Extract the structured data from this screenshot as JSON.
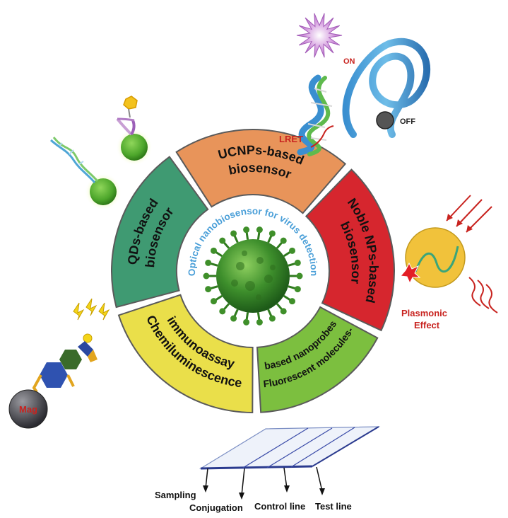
{
  "center": {
    "title": "Optical nanobiosensor for virus detection",
    "virus_icon": "virus-icon"
  },
  "segments": [
    {
      "id": "ucnps",
      "line1": "UCNPs-based",
      "line2": "biosensor",
      "color": "#e8945a"
    },
    {
      "id": "noble",
      "line1": "Noble NPs-based",
      "line2": "biosensor",
      "color": "#d6262e"
    },
    {
      "id": "fluorescent",
      "line1": "Fluorescent molecules-",
      "line2": "based nanoprobes",
      "color": "#7cbf3f"
    },
    {
      "id": "chemi",
      "line1": "Chemiluminescence",
      "line2": "immunoassay",
      "color": "#eadf4a"
    },
    {
      "id": "qds",
      "line1": "QDs-based",
      "line2": "biosensor",
      "color": "#3f9a72"
    }
  ],
  "lret": {
    "on_label": "ON",
    "off_label": "OFF",
    "lret_label": "LRET"
  },
  "plasmonic": {
    "label_line1": "Plasmonic",
    "label_line2": "Effect"
  },
  "magnetic": {
    "label": "Mag"
  },
  "strip": {
    "labels": [
      "Sampling",
      "Conjugation",
      "Control line",
      "Test line"
    ]
  },
  "colors": {
    "label_red": "#c8231f",
    "center_text": "#4a9fd8",
    "quantum_dot": "#5fb63c",
    "gold_np": "#f1c23b"
  }
}
